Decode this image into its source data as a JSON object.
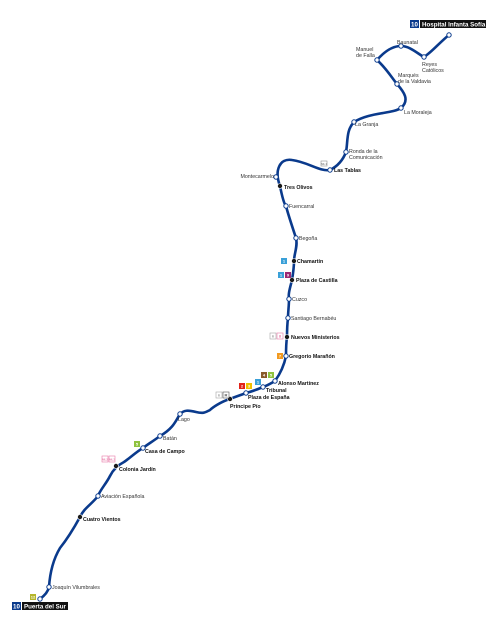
{
  "line": {
    "number": "10",
    "color": "#0a3a8c"
  },
  "terminals": {
    "north": {
      "number": "10",
      "name": "Hospital Infanta Sofía"
    },
    "south": {
      "number": "10",
      "name": "Puerta del Sur"
    }
  },
  "stations": {
    "baunatal": "Baunatal",
    "manuel_de_falla_1": "Manuel",
    "manuel_de_falla_2": "de Falla",
    "reyes_catolicos_1": "Reyes",
    "reyes_catolicos_2": "Católicos",
    "marques_1": "Marqués",
    "marques_2": "de la Valdavia",
    "la_moraleja": "La Moraleja",
    "la_granja": "La Granja",
    "ronda_1": "Ronda de la",
    "ronda_2": "Comunicación",
    "las_tablas": "Las Tablas",
    "montecarmelo": "Montecarmelo",
    "tres_olivos": "Tres Olivos",
    "fuencarral": "Fuencarral",
    "begona": "Begoña",
    "chamartin": "Chamartín",
    "plaza_de_castilla": "Plaza de Castilla",
    "cuzco": "Cuzco",
    "santiago_bernabeu": "Santiago Bernabéu",
    "nuevos_ministerios": "Nuevos Ministerios",
    "gregorio_maranon": "Gregorio Marañón",
    "alonso_martinez": "Alonso Martínez",
    "tribunal": "Tribunal",
    "plaza_de_espana": "Plaza de España",
    "principe_pio": "Príncipe Pío",
    "lago": "Lago",
    "batan": "Batán",
    "casa_de_campo": "Casa de Campo",
    "colonia_jardin": "Colonia Jardín",
    "aviacion_espanola": "Aviación Española",
    "cuatro_vientos": "Cuatro Vientos",
    "joaquin_vilumbrales": "Joaquín Vilumbrales"
  },
  "connections": {
    "las_tablas": {
      "label": "ML1",
      "color": "#8f8f8f"
    },
    "chamartin": {
      "label": "1",
      "color": "#3aa0d8"
    },
    "plaza_castilla_a": {
      "label": "1",
      "color": "#3aa0d8"
    },
    "plaza_castilla_b": {
      "label": "9",
      "color": "#9b2a74"
    },
    "nuevos_min_a": {
      "label": "6",
      "color": "#a5a5a5"
    },
    "nuevos_min_b": {
      "label": "8",
      "color": "#e87aa8"
    },
    "gregorio_a": {
      "label": "7",
      "color": "#f29a20"
    },
    "alonso_a": {
      "label": "4",
      "color": "#8a5a2a"
    },
    "alonso_b": {
      "label": "5",
      "color": "#8fc23f"
    },
    "tribunal": {
      "label": "1",
      "color": "#3aa0d8"
    },
    "espana_a": {
      "label": "2",
      "color": "#e2231a"
    },
    "espana_b": {
      "label": "3",
      "color": "#f0c000"
    },
    "pio_a": {
      "label": "6",
      "color": "#a5a5a5"
    },
    "pio_b": {
      "label": "R",
      "color": "#555555"
    },
    "casa_campo": {
      "label": "5",
      "color": "#8fc23f"
    },
    "colonia_a": {
      "label": "ML2",
      "color": "#e87aa8"
    },
    "colonia_b": {
      "label": "ML3",
      "color": "#e87aa8"
    },
    "puerta_sur": {
      "label": "12",
      "color": "#b5b52a"
    }
  }
}
